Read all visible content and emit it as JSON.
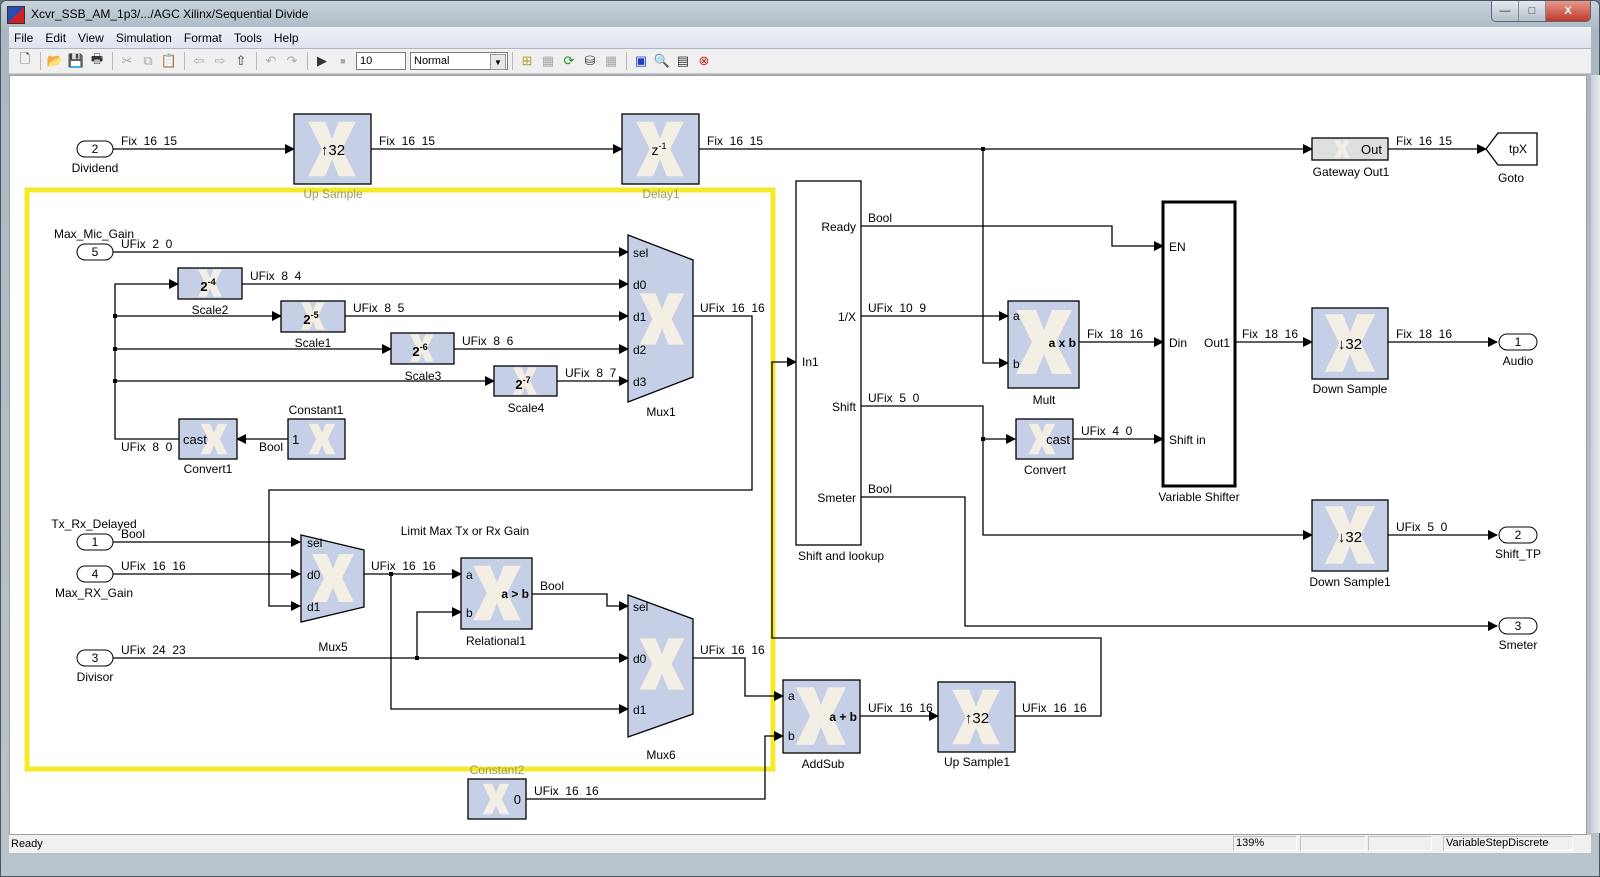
{
  "window": {
    "title": "Xcvr_SSB_AM_1p3/.../AGC Xilinx/Sequential Divide",
    "controls": {
      "minimize": "—",
      "maximize": "□",
      "close": "X"
    }
  },
  "menu": [
    "File",
    "Edit",
    "View",
    "Simulation",
    "Format",
    "Tools",
    "Help"
  ],
  "menu_accel": [
    "F",
    "E",
    "V",
    "S",
    "o",
    "T",
    "H"
  ],
  "toolbar": {
    "icons": [
      "new-model-icon",
      "open-icon",
      "save-icon",
      "print-icon",
      "cut-icon",
      "copy-icon",
      "paste-icon",
      "back-icon",
      "forward-icon",
      "up-icon",
      "undo-icon",
      "redo-icon",
      "start-simulation-icon",
      "stop-simulation-icon"
    ],
    "stop_time": "10",
    "sim_mode": "Normal",
    "right_icons": [
      "build-icon",
      "update-diagram-icon",
      "refresh-icon",
      "library-browser-icon",
      "model-explorer-icon",
      "debugger-icon",
      "model-advisor-icon",
      "properties-icon",
      "profiler-icon"
    ]
  },
  "diagram": {
    "annotation": "Limit Max Tx or Rx Gain",
    "blocks": {
      "up_sample": {
        "name": "Up Sample",
        "glyph": "↑32"
      },
      "delay1": {
        "name": "Delay1",
        "glyph": "z",
        "sup": "-1"
      },
      "gateway_out1": {
        "name": "Gateway Out1",
        "glyph": "Out"
      },
      "goto": {
        "name": "Goto",
        "glyph": "tpX"
      },
      "scale2": {
        "name": "Scale2",
        "glyph": "2",
        "sup": "-4"
      },
      "scale1": {
        "name": "Scale1",
        "glyph": "2",
        "sup": "-5"
      },
      "scale3": {
        "name": "Scale3",
        "glyph": "2",
        "sup": "-6"
      },
      "scale4": {
        "name": "Scale4",
        "glyph": "2",
        "sup": "-7"
      },
      "mux1": {
        "name": "Mux1",
        "ports": [
          "sel",
          "d0",
          "d1",
          "d2",
          "d3"
        ]
      },
      "convert1": {
        "name": "Convert1",
        "glyph": "cast"
      },
      "constant1": {
        "name": "Constant1",
        "glyph": "1"
      },
      "mux5": {
        "name": "Mux5",
        "ports": [
          "sel",
          "d0",
          "d1"
        ]
      },
      "relational1": {
        "name": "Relational1",
        "glyph": "a > b",
        "ports": [
          "a",
          "b"
        ]
      },
      "mux6": {
        "name": "Mux6",
        "ports": [
          "sel",
          "d0",
          "d1"
        ]
      },
      "constant2": {
        "name": "Constant2",
        "glyph": "0"
      },
      "shift_lookup": {
        "name": "Shift and lookup",
        "in": "In1",
        "outs": [
          "Ready",
          "1/X",
          "Shift",
          "Smeter"
        ]
      },
      "mult": {
        "name": "Mult",
        "glyph": "a x b",
        "ports": [
          "a",
          "b"
        ]
      },
      "convert": {
        "name": "Convert",
        "glyph": "cast"
      },
      "variable_shifter": {
        "name": "Variable Shifter",
        "ins": [
          "EN",
          "Din",
          "Shift in"
        ],
        "out": "Out1"
      },
      "down_sample": {
        "name": "Down Sample",
        "glyph": "↓32"
      },
      "down_sample1": {
        "name": "Down Sample1",
        "glyph": "↓32"
      },
      "addsub": {
        "name": "AddSub",
        "glyph": "a + b",
        "ports": [
          "a",
          "b"
        ]
      },
      "up_sample1": {
        "name": "Up Sample1",
        "glyph": "↑32"
      }
    },
    "inports": [
      {
        "num": "2",
        "name": "Dividend"
      },
      {
        "num": "5",
        "name": "Max_Mic_Gain"
      },
      {
        "num": "1",
        "name": "Tx_Rx_Delayed"
      },
      {
        "num": "4",
        "name": "Max_RX_Gain"
      },
      {
        "num": "3",
        "name": "Divisor"
      }
    ],
    "outports": [
      {
        "num": "1",
        "name": "Audio"
      },
      {
        "num": "2",
        "name": "Shift_TP"
      },
      {
        "num": "3",
        "name": "Smeter"
      }
    ],
    "signals": {
      "dividend": "Fix_16_15",
      "upsample_out": "Fix_16_15",
      "delay_out": "Fix_16_15",
      "gateway_out": "Fix_16_15",
      "max_mic": "UFix_2_0",
      "scale2_out": "UFix_8_4",
      "scale1_out": "UFix_8_5",
      "scale3_out": "UFix_8_6",
      "scale4_out": "UFix_8_7",
      "mux1_out": "UFix_16_16",
      "convert1_out": "UFix_8_0",
      "const1_out": "Bool",
      "txrx": "Bool",
      "max_rx": "UFix_16_16",
      "mux5_out": "UFix_16_16",
      "rel_out": "Bool",
      "divisor": "UFix_24_23",
      "mux6_out": "UFix_16_16",
      "const2_out": "UFix_16_16",
      "ready": "Bool",
      "inv": "UFix_10_9",
      "shift": "UFix_5_0",
      "smeter": "Bool",
      "mult_out": "Fix_18_16",
      "convert_out": "UFix_4_0",
      "shifter_out": "Fix_18_16",
      "ds_out": "Fix_18_16",
      "ds1_out": "UFix_5_0",
      "addsub_out": "UFix_16_16",
      "us1_out": "UFix_16_16"
    }
  },
  "status": {
    "text": "Ready",
    "zoom": "139%",
    "cell2": "",
    "cell3": "",
    "solver": "VariableStepDiscrete"
  },
  "colors": {
    "block_fill": "#c5d0e6",
    "xilinx_logo": "#f3efe4",
    "selection": "#f5ea2a",
    "gateway_fill": "#dedede"
  }
}
